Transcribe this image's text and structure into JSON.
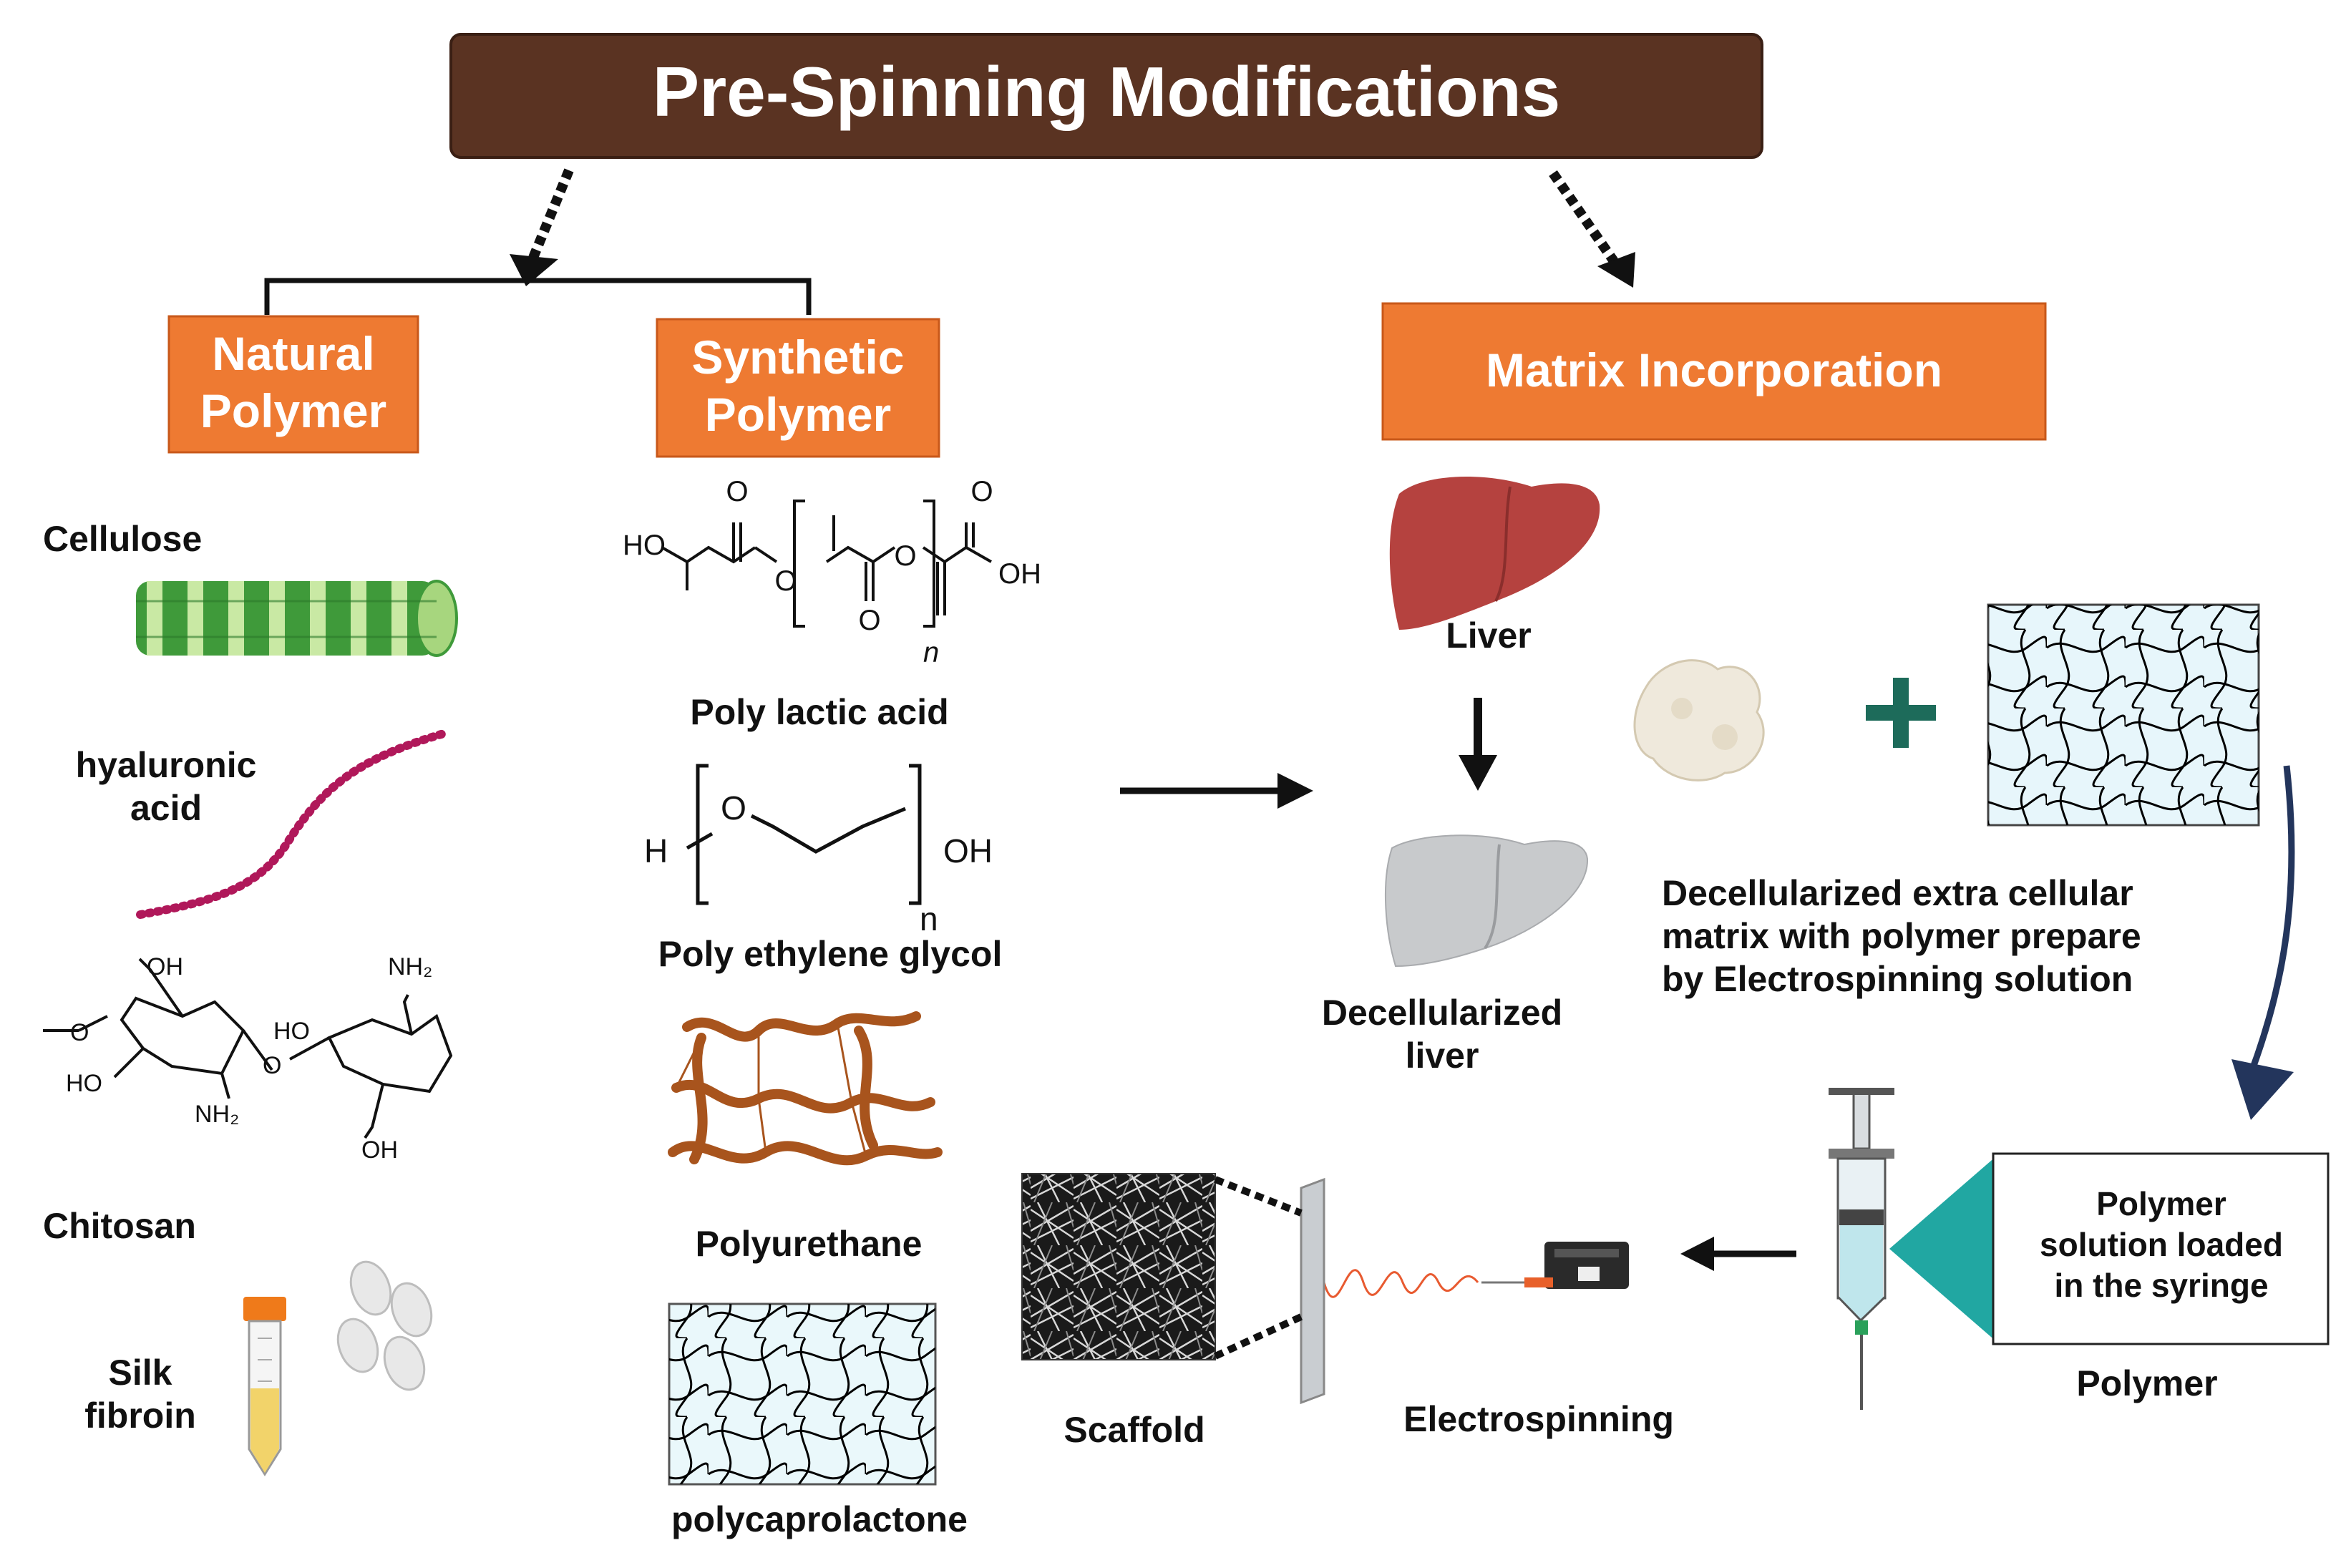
{
  "title": "Pre-Spinning Modifications",
  "branches": {
    "natural": [
      "Natural",
      "Polymer"
    ],
    "synthetic": [
      "Synthetic",
      "Polymer"
    ],
    "matrix": "Matrix Incorporation"
  },
  "natural_items": {
    "cellulose": "Cellulose",
    "hyaluronic": [
      "hyaluronic",
      "acid"
    ],
    "chitosan": "Chitosan",
    "silk": [
      "Silk",
      "fibroin"
    ]
  },
  "chitosan_groups": {
    "oh_top": "OH",
    "nh2_top": "NH₂",
    "ho_left": "HO",
    "ho_mid": "HO",
    "nh2_bottom": "NH₂",
    "oh_bottom": "OH",
    "o_ring": "O"
  },
  "synthetic_items": {
    "pla": "Poly lactic acid",
    "peg": "Poly ethylene glycol",
    "pu": "Polyurethane",
    "pcl": "polycaprolactone"
  },
  "pla_groups": {
    "ho": "HO",
    "oh": "OH",
    "o": "O",
    "n": "n"
  },
  "peg_groups": {
    "h": "H",
    "o": "O",
    "oh": "OH",
    "n": "n"
  },
  "matrix_items": {
    "liver": "Liver",
    "decell_liver": [
      "Decellularized",
      "liver"
    ],
    "decm": [
      "Decellularized extra cellular",
      "matrix with polymer prepare",
      "by Electrospinning solution"
    ],
    "syringe_note": [
      "Polymer",
      "solution loaded",
      "in the syringe"
    ],
    "polymer": "Polymer",
    "electrospinning": "Electrospinning",
    "scaffold": "Scaffold"
  },
  "colors": {
    "title_bg": "#5a3322",
    "branch_bg": "#ee7a32",
    "liver": "#b5423f",
    "decell_liver": "#c8cacc",
    "plus": "#1d6b5a",
    "mesh_line": "#2a4a7a",
    "pcl_line": "#43b8d4",
    "pu_fiber": "#a8541d",
    "syringe_funnel": "#21a7a2",
    "curved_arrow": "#23355c",
    "spray": "#e85a30"
  },
  "icons": [
    "cellulose-fiber-icon",
    "hyaluronic-chain-icon",
    "silk-tube-icon",
    "cocoon-icon",
    "liver-icon",
    "decellularized-liver-icon",
    "ecm-powder-icon",
    "plus-icon",
    "mesh-icon",
    "syringe-icon",
    "scaffold-fiber-icon",
    "electrospinner-icon"
  ]
}
